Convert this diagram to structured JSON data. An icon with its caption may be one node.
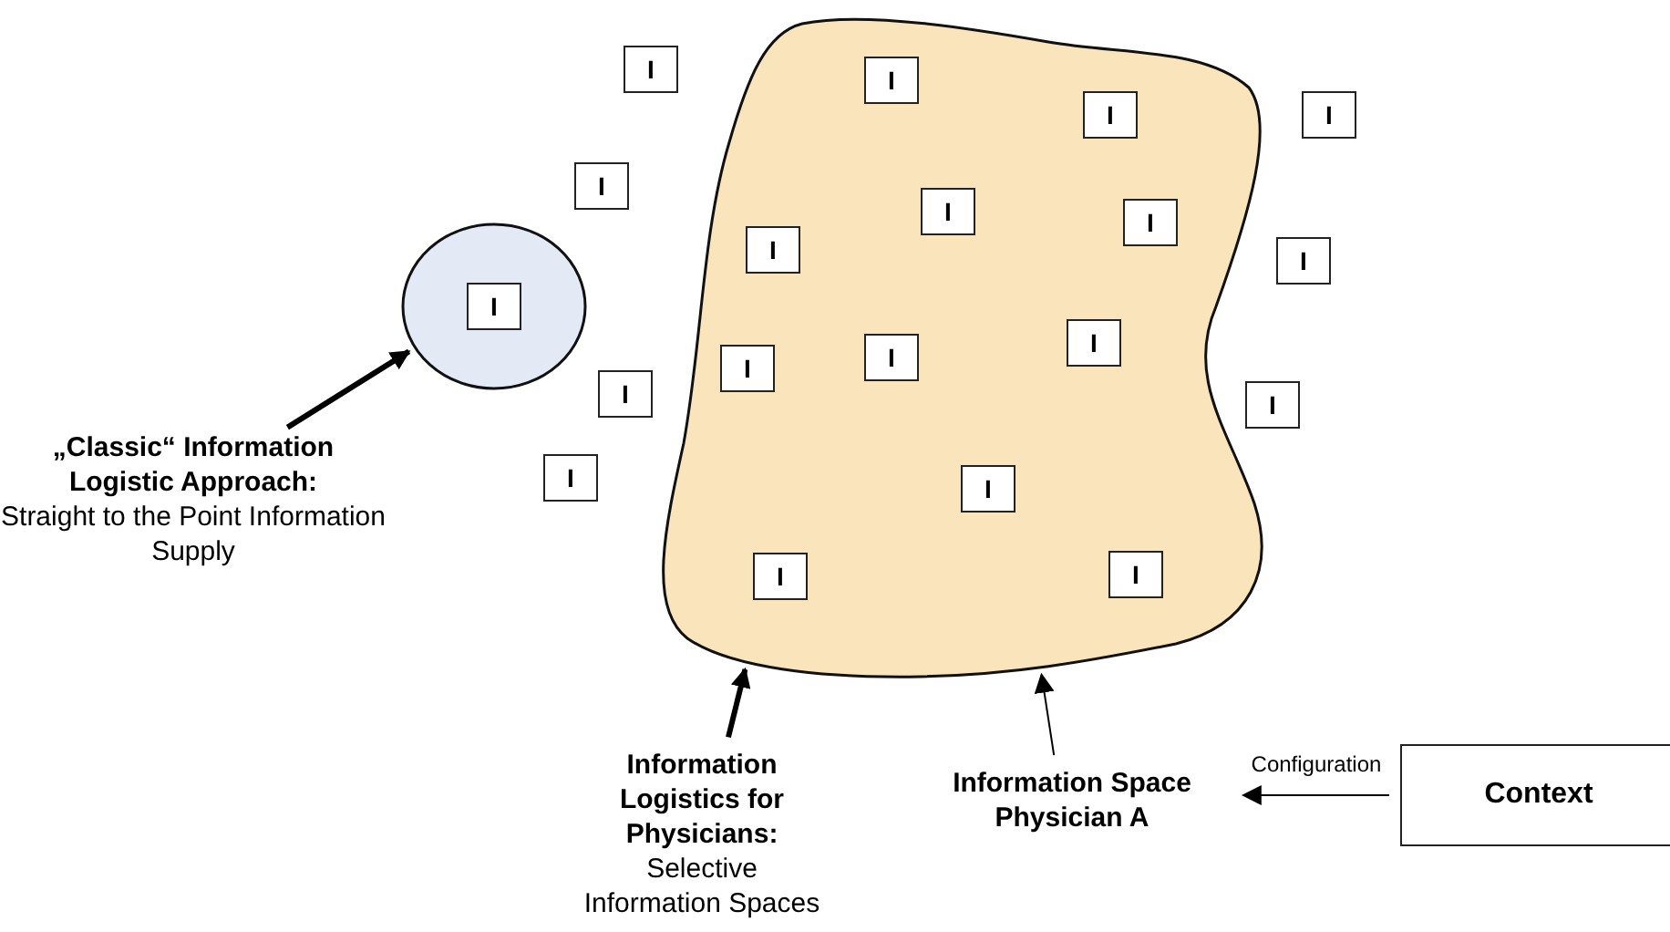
{
  "diagram": {
    "nodes": [
      {
        "text": [],
        "shape": "circle"
      },
      {
        "text": [
          "I"
        ],
        "in": 0
      },
      {
        "text": [],
        "shape": "blob"
      },
      {
        "text": [
          "I"
        ],
        "in": 2
      },
      {
        "text": [
          "I"
        ],
        "in": 2
      },
      {
        "text": [
          "I"
        ],
        "in": 2
      },
      {
        "text": [
          "I"
        ],
        "in": 2
      },
      {
        "text": [
          "I"
        ],
        "in": 2
      },
      {
        "text": [
          "I"
        ],
        "in": 2
      },
      {
        "text": [
          "I"
        ],
        "in": 2
      },
      {
        "text": [
          "I"
        ],
        "in": 2
      },
      {
        "text": [
          "I"
        ],
        "in": 2
      },
      {
        "text": [
          "I"
        ],
        "in": 2
      },
      {
        "text": [
          "I"
        ],
        "in": 2
      },
      {
        "text": [
          "I"
        ]
      },
      {
        "text": [
          "I"
        ]
      },
      {
        "text": [
          "I"
        ]
      },
      {
        "text": [
          "I"
        ]
      },
      {
        "text": [
          "I"
        ]
      },
      {
        "text": [
          "I"
        ]
      },
      {
        "text": [
          "I"
        ]
      },
      {
        "text": [
          "„Classic“ Information Logistic Approach:",
          "Straight to the Point Information Supply"
        ]
      },
      {
        "text": [
          "Information Logistics for Physicians:",
          "Selective Information Spaces"
        ]
      },
      {
        "text": [
          "Information Space Physician A"
        ]
      },
      {
        "text": [
          "Context"
        ]
      }
    ],
    "edges": [
      {
        "from": 21,
        "to": 0,
        "arrow": "to",
        "style": "thick"
      },
      {
        "from": 22,
        "to": 2,
        "arrow": "to",
        "style": "thick"
      },
      {
        "from": 23,
        "to": 2,
        "arrow": "to"
      },
      {
        "from": 24,
        "to": 23,
        "arrow": "to",
        "label": "Configuration"
      }
    ]
  }
}
